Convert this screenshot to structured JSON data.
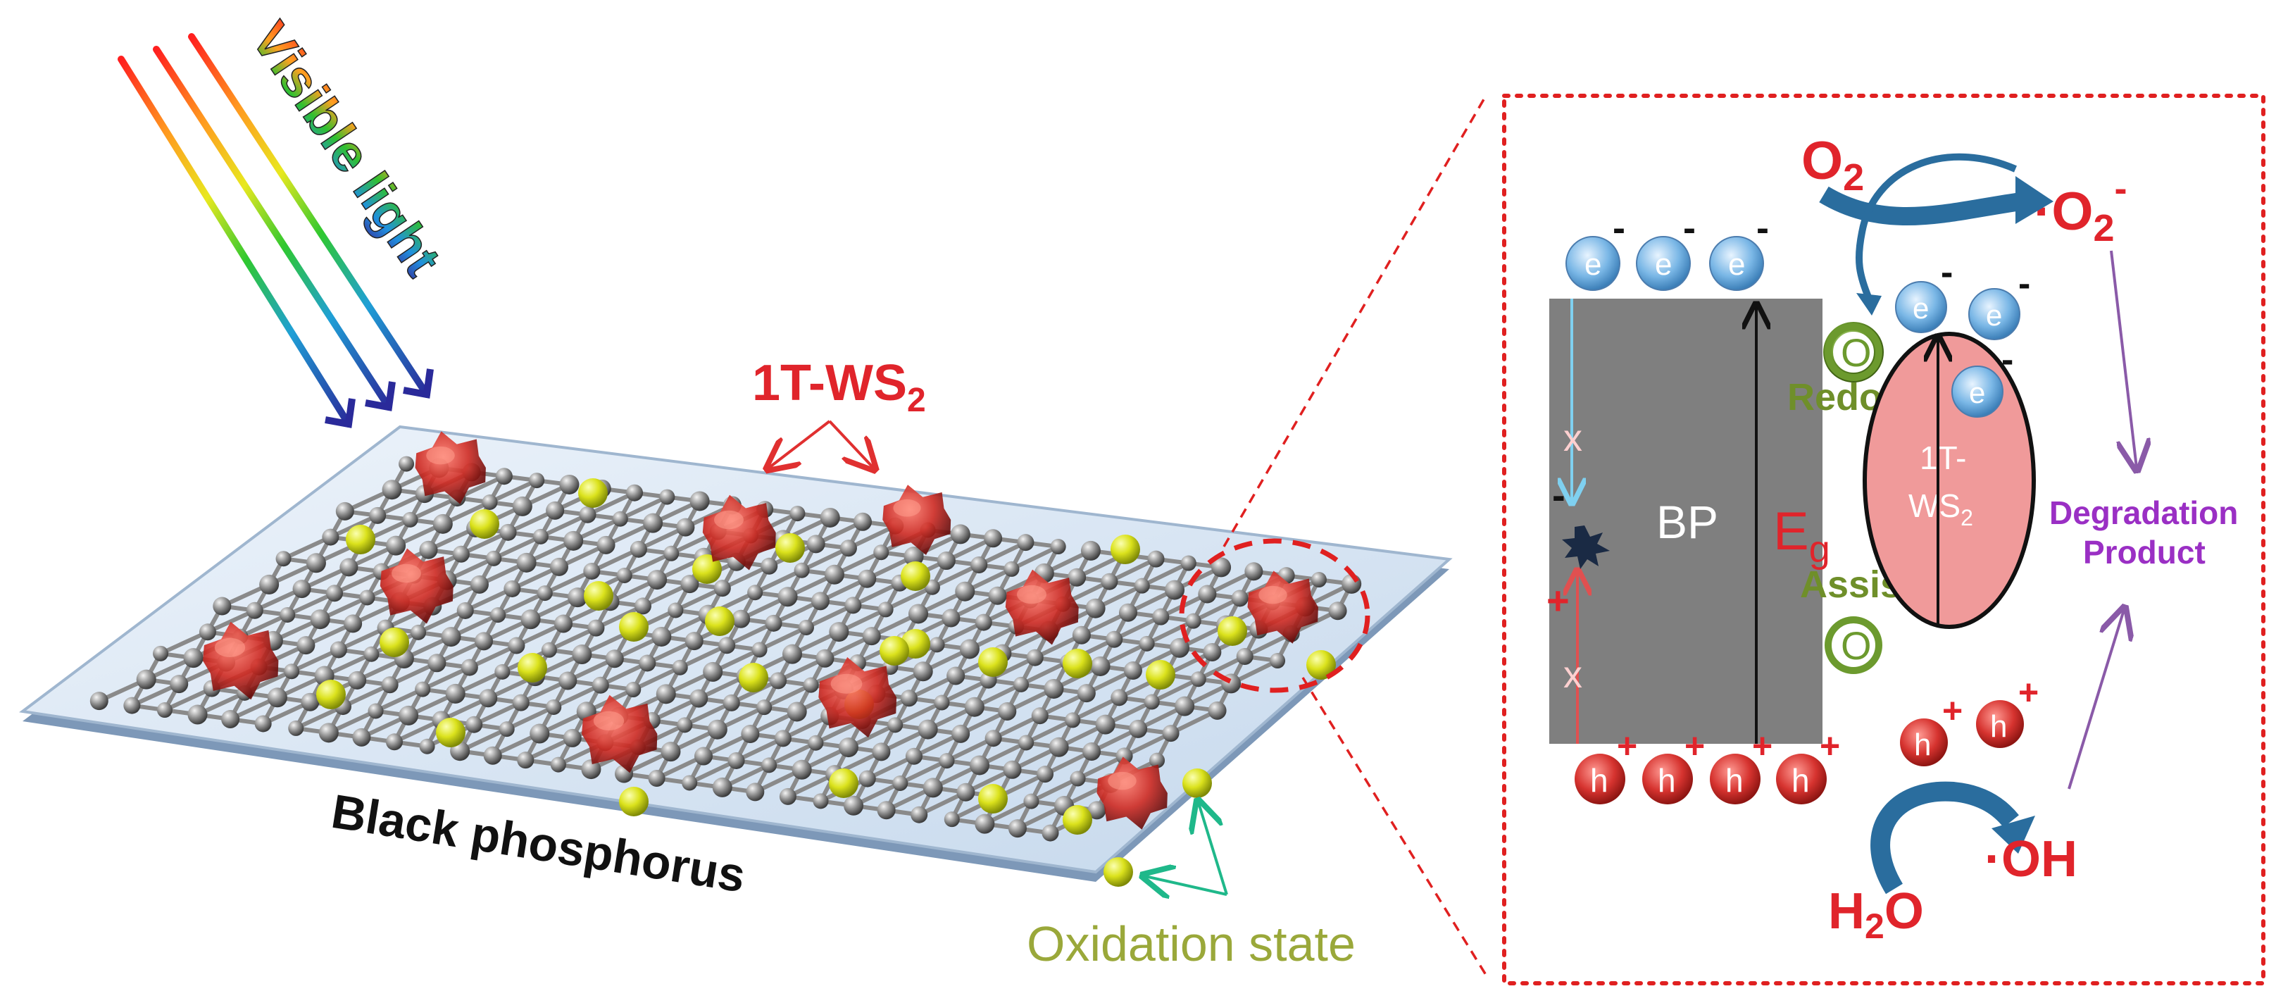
{
  "labels": {
    "visible_light": "Visible light",
    "ws2_top": "1T-WS",
    "ws2_top_sub": "2",
    "black_phosphorus": "Black phosphorus",
    "oxidation_state": "Oxidation state",
    "o2": "O",
    "o2_sub": "2",
    "superoxide_dot": "·",
    "superoxide": "O",
    "superoxide_sub": "2",
    "superoxide_sup": "-",
    "bp": "BP",
    "eg": "E",
    "eg_sub": "g",
    "ws2_ellipse_line1": "1T-",
    "ws2_ellipse_line2": "WS",
    "ws2_ellipse_sub": "2",
    "redox": "Redox",
    "assist": "Assist",
    "o_atom": "O",
    "degradation_line1": "Degradation",
    "degradation_line2": "Product",
    "h2o": "H",
    "h2o_sub": "2",
    "h2o_end": "O",
    "oh_dot": "·",
    "oh": "OH",
    "electron": "e",
    "hole": "h",
    "minus": "-",
    "plus": "+",
    "cross": "x"
  },
  "colors": {
    "red_label": "#e0242b",
    "green_label": "#6f8f2a",
    "olive_label": "#9aa83a",
    "purple_label": "#9a2fc4",
    "bp_band": "#7f7f7f",
    "ws2_fill": "#f09a9a",
    "electron": "#6fb0e3",
    "hole": "#d6332f",
    "o_atom": "#6c9a2e",
    "arrow_blue": "#2a6d9e",
    "platform": "#d6e4f2",
    "phosphorus": "#707070",
    "oxygen_sphere": "#d9e21a",
    "cluster": "#c62b26"
  }
}
